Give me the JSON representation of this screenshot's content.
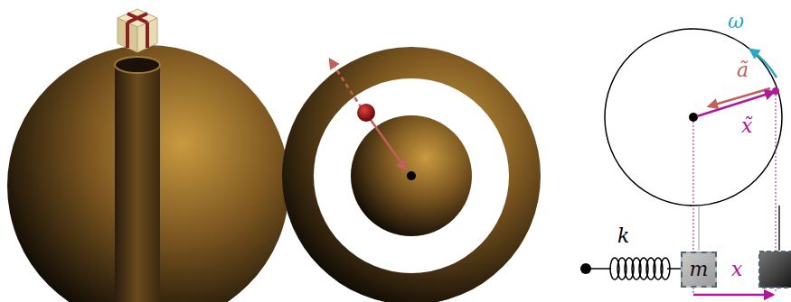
{
  "diagram": {
    "nodes": [
      {
        "text": [
          "m"
        ]
      }
    ],
    "labels": [
      "ω",
      "ã",
      "x̃",
      "k",
      "x"
    ]
  }
}
